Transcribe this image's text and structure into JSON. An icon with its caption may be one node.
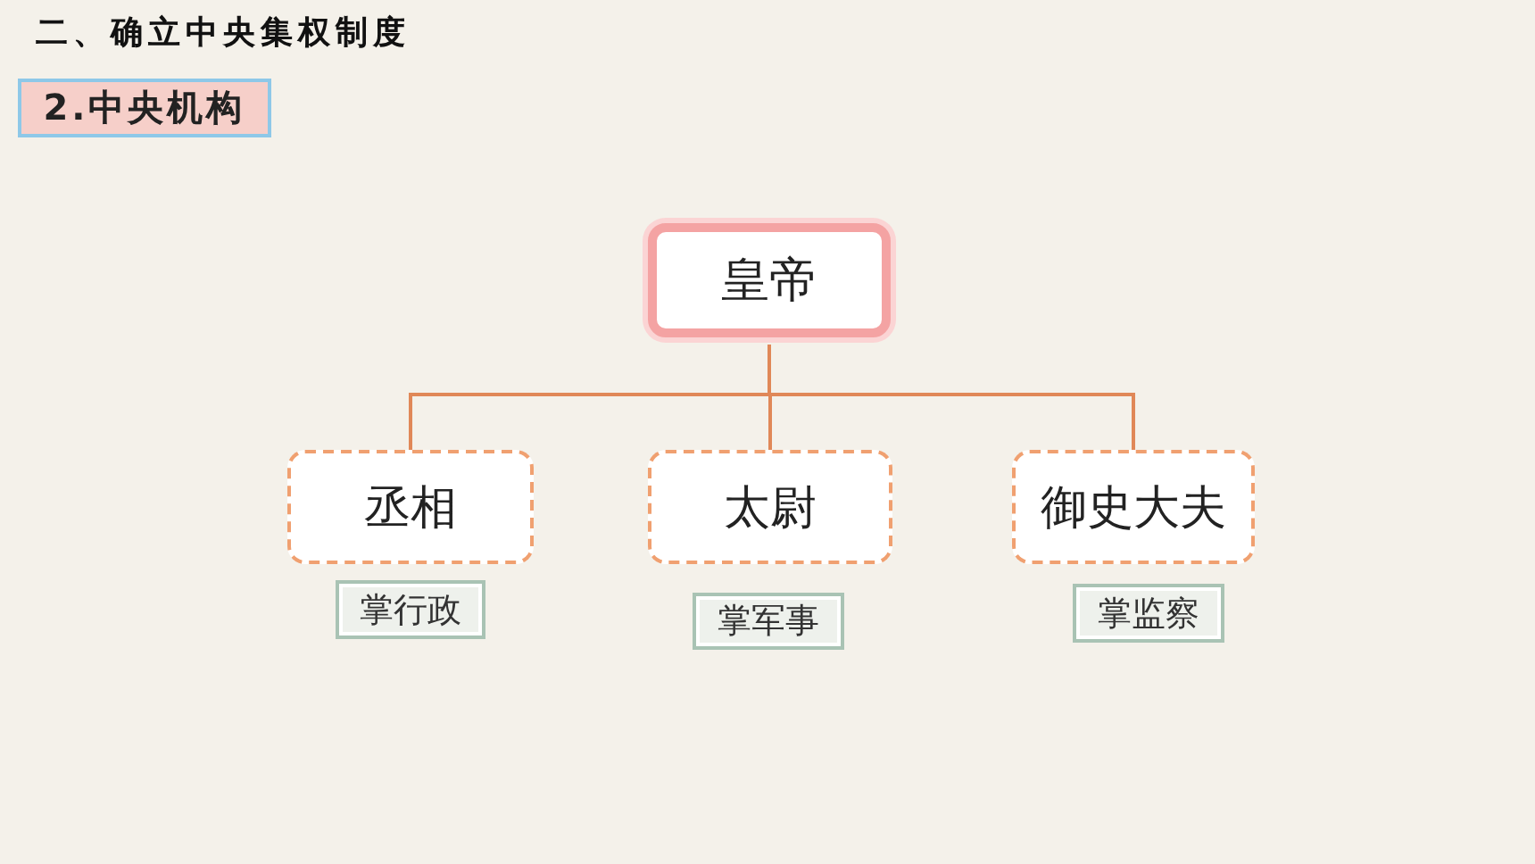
{
  "diagram": {
    "title": "二、确立中央集权制度",
    "nodes": [
      {
        "text": [
          "2.中央机构"
        ]
      },
      {
        "text": [
          "皇帝"
        ]
      },
      {
        "text": [
          "丞相"
        ]
      },
      {
        "text": [
          "太尉"
        ]
      },
      {
        "text": [
          "御史大夫"
        ]
      },
      {
        "text": [
          "掌行政"
        ]
      },
      {
        "text": [
          "掌军事"
        ]
      },
      {
        "text": [
          "掌监察"
        ]
      }
    ],
    "edges": [
      {
        "from": 1,
        "to": 2,
        "arrow": "none"
      },
      {
        "from": 1,
        "to": 3,
        "arrow": "none"
      },
      {
        "from": 1,
        "to": 4,
        "arrow": "none"
      }
    ]
  }
}
